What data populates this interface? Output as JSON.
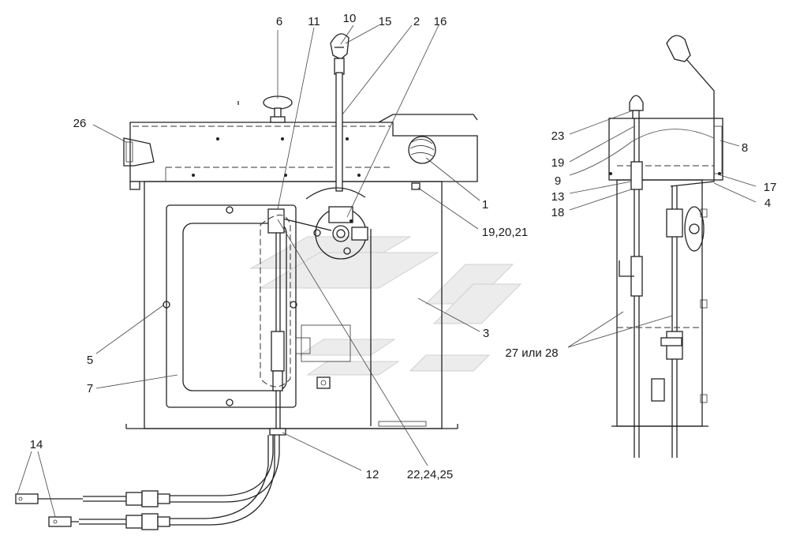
{
  "callouts": [
    {
      "id": "c6",
      "text": "6"
    },
    {
      "id": "c11",
      "text": "11"
    },
    {
      "id": "c10",
      "text": "10"
    },
    {
      "id": "c15",
      "text": "15"
    },
    {
      "id": "c2",
      "text": "2"
    },
    {
      "id": "c16",
      "text": "16"
    },
    {
      "id": "c26",
      "text": "26"
    },
    {
      "id": "c1",
      "text": "1"
    },
    {
      "id": "c19-20-21",
      "text": "19,20,21"
    },
    {
      "id": "c5",
      "text": "5"
    },
    {
      "id": "c7",
      "text": "7"
    },
    {
      "id": "c3",
      "text": "3"
    },
    {
      "id": "c12",
      "text": "12"
    },
    {
      "id": "c22-24-25",
      "text": "22,24,25"
    },
    {
      "id": "c14",
      "text": "14"
    },
    {
      "id": "c23",
      "text": "23"
    },
    {
      "id": "c19b",
      "text": "19"
    },
    {
      "id": "c9",
      "text": "9"
    },
    {
      "id": "c13",
      "text": "13"
    },
    {
      "id": "c18",
      "text": "18"
    },
    {
      "id": "c8",
      "text": "8"
    },
    {
      "id": "c17",
      "text": "17"
    },
    {
      "id": "c4",
      "text": "4"
    },
    {
      "id": "c27-28",
      "text": "27 или 28"
    }
  ]
}
